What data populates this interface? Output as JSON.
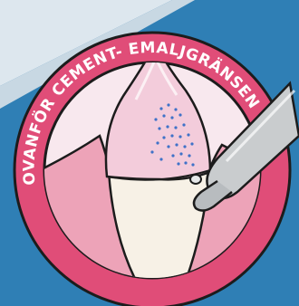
{
  "badge": {
    "caption": "OVANFÖR CEMENT- EMALJGRÄNSEN"
  },
  "colors": {
    "background": "#2f7fb5",
    "light_panel": "#dde7ee",
    "ring": "#e04d78",
    "ring_outline": "#1c1c1c",
    "inner_bg": "#f8e8ee",
    "gum": "#eda3b8",
    "tooth_crown": "#f3ccdb",
    "tooth_root": "#f7f1e6",
    "spray": "#3f72c8",
    "instrument": "#c9ccce",
    "caption_text": "#ffffff"
  },
  "icons": {
    "tooth": "tooth-illustration",
    "instrument": "ultrasonic-scaler-tip",
    "spray": "water-spray"
  }
}
